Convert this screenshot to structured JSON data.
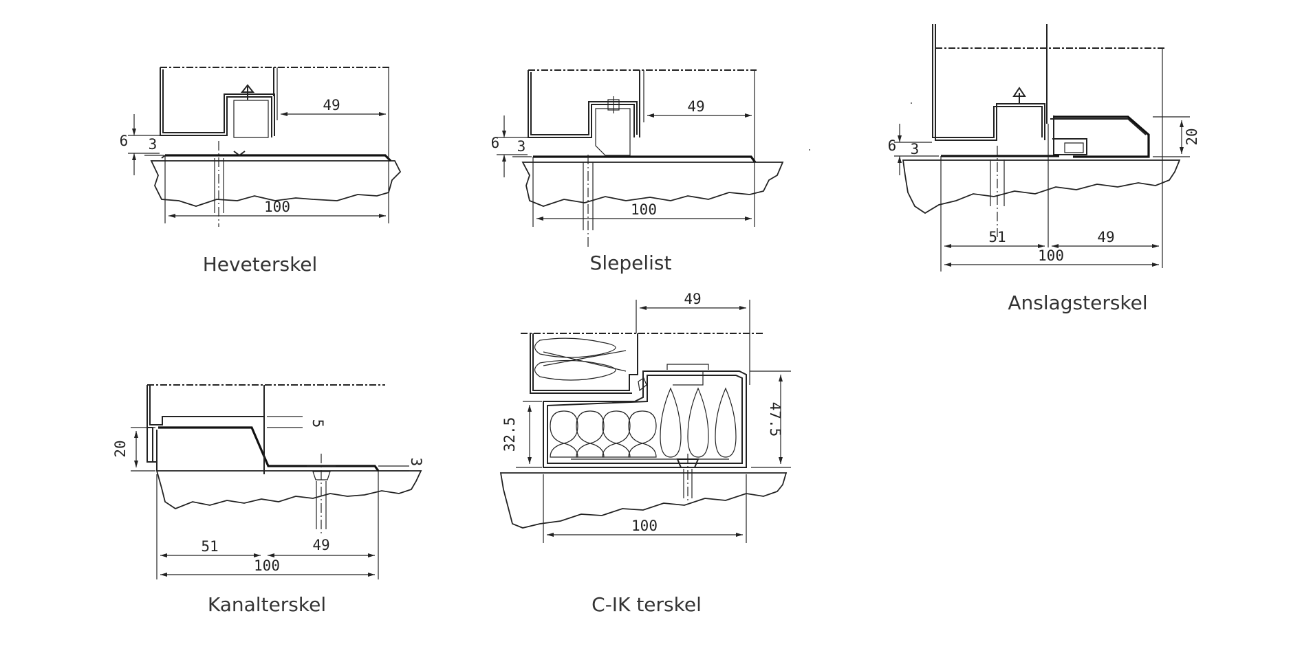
{
  "colors": {
    "line": "#222222",
    "caption": "#333333",
    "background": "#ffffff"
  },
  "details": [
    {
      "id": "heveterskel",
      "caption": "Heveterskel",
      "dims": [
        "49",
        "100",
        "6",
        "3"
      ]
    },
    {
      "id": "slepelist",
      "caption": "Slepelist",
      "dims": [
        "49",
        "100",
        "6",
        "3"
      ]
    },
    {
      "id": "anslagsterskel",
      "caption": "Anslagsterskel",
      "dims": [
        "20",
        "6",
        "3",
        "51",
        "49",
        "100"
      ]
    },
    {
      "id": "kanalterskel",
      "caption": "Kanalterskel",
      "dims": [
        "5",
        "20",
        "3",
        "51",
        "49",
        "100"
      ]
    },
    {
      "id": "c-ik-terskel",
      "caption": "C-IK terskel",
      "dims": [
        "49",
        "32.5",
        "47.5",
        "100"
      ]
    }
  ]
}
